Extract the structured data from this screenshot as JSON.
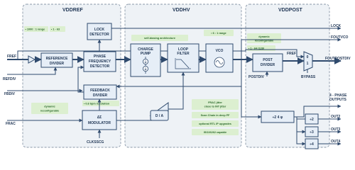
{
  "zones": {
    "vddref": "VDDREF",
    "vddhv": "VDDHV",
    "vddpost": "VDDPOST"
  },
  "blocks": {
    "lock_detector": [
      "LOCK",
      "DETECTOR"
    ],
    "reference_divider": [
      "REFERENCE",
      "DIVIDER"
    ],
    "pfd": [
      "PHASE",
      "FREQUENCY",
      "DETECTOR"
    ],
    "charge_pump": [
      "CHARGE",
      "PUMP"
    ],
    "loop_filter": [
      "LOOP",
      "FILTER"
    ],
    "vco": "VCO",
    "post_divider": [
      "POST",
      "DIVIDER"
    ],
    "feedback_divider": [
      "FEEDBACK",
      "DIVIDER"
    ],
    "modulator": [
      "ΔΣ",
      "MODULATOR"
    ],
    "dac": "D / A",
    "mux_in0": "0",
    "mux_in1": "1",
    "div_2_4": "÷2  4 φ",
    "div_out2": "÷2",
    "div_out3": "÷3",
    "div_out4": "÷4"
  },
  "pins": {
    "fref": "FREF",
    "refdiv": "REFDIV",
    "fbdiv": "FBDIV",
    "frac": "FRAC",
    "clksscg": "CLKSSCG",
    "lock": "LOCK",
    "foutvco": "FOUTVCO",
    "postdiv": "POSTDIV",
    "fref_mux": "FREF",
    "bypass": "BYPASS",
    "foutpostdiv": "FOUTPOSTDIV",
    "four_phase": [
      "4 - PHASE",
      "OUTPUTS"
    ],
    "out2": "OUT2",
    "out3": "OUT3",
    "out4": "OUT4"
  },
  "chips": {
    "range_1000": "• 1000 : 1 range",
    "range_1_63": "• 1 - 63",
    "self_biasing": "self-biasing architecture",
    "range_6_1": "• 6 : 1 range",
    "dynamic_reconfig_post": [
      "dynamic",
      "reconfigurable"
    ],
    "range_1_64": "• 1 - 64 (128)",
    "dynamic_reconfig_ref": [
      "dynamic",
      "reconfigurable"
    ],
    "bit_resolution": "• 0.8 bpm resolution",
    "frac_jitter": [
      "FRAC jitter",
      "close to INT jitter"
    ],
    "scan_chain": "Scan Chain in deep FF",
    "optional_rtl": "optional RTL IP upgrades",
    "iso": "ISO26262 capable"
  }
}
